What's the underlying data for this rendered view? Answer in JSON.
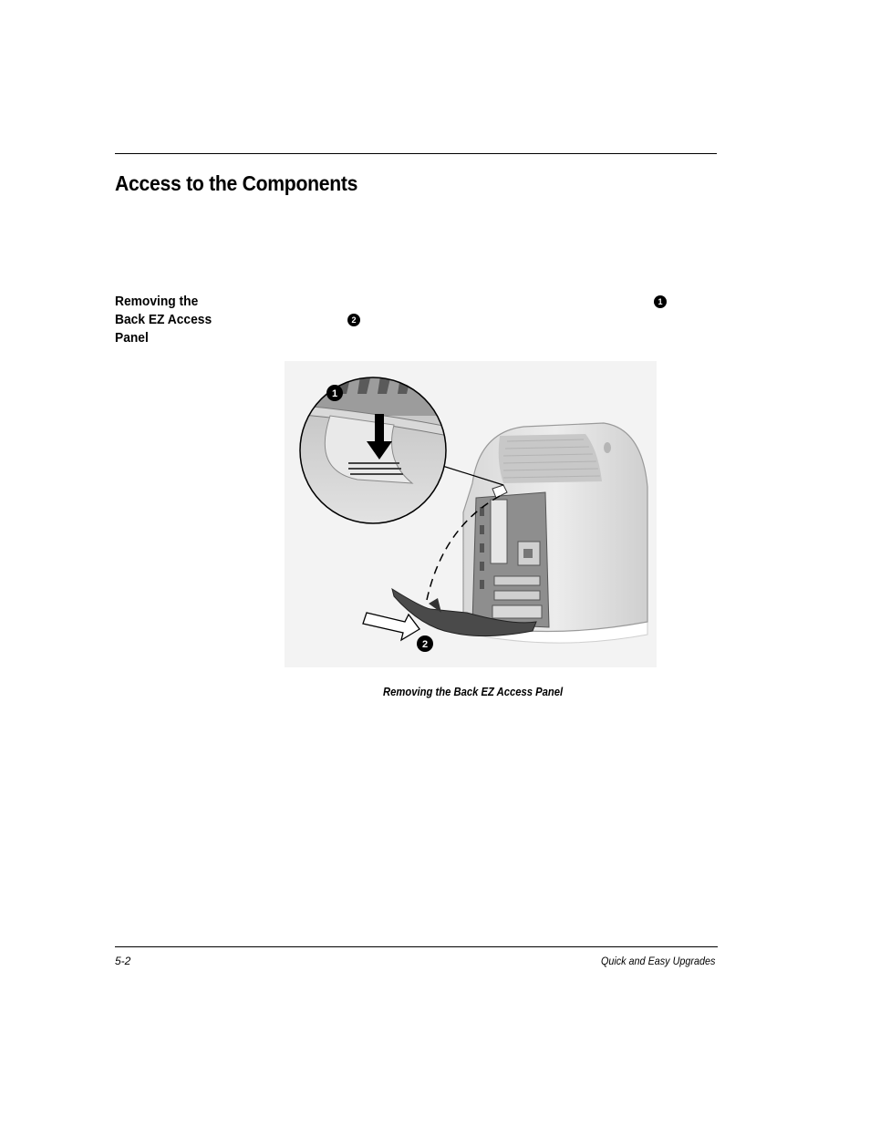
{
  "page": {
    "title": "Access to the Components",
    "section_heading": "Removing the Back EZ Access Panel",
    "callouts": [
      "1",
      "2"
    ],
    "figure": {
      "callout_labels": [
        "1",
        "2"
      ],
      "caption": "Removing the Back EZ Access Panel"
    }
  },
  "footer": {
    "page_number": "5-2",
    "running_title": "Quick and Easy Upgrades"
  }
}
